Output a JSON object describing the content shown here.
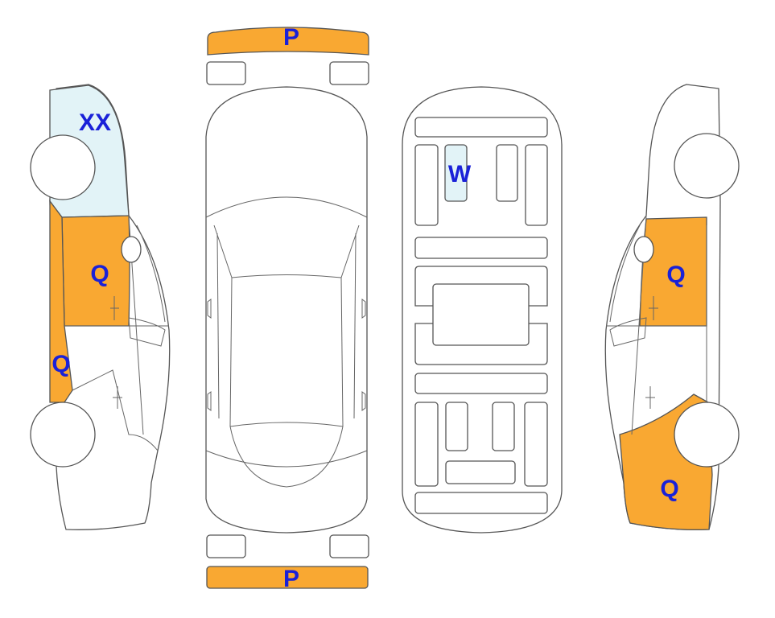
{
  "colors": {
    "damage_orange": "#F9A832",
    "damage_lightblue": "#E2F3F7",
    "label_blue": "#1A21D8",
    "outline": "#555555"
  },
  "labels": {
    "front_bumper": "P",
    "rear_bumper": "P",
    "left_windshield": "XX",
    "left_front_door": "Q",
    "left_rocker": "Q",
    "underbody_panel": "W",
    "right_front_door": "Q",
    "right_rear_quarter": "Q"
  }
}
